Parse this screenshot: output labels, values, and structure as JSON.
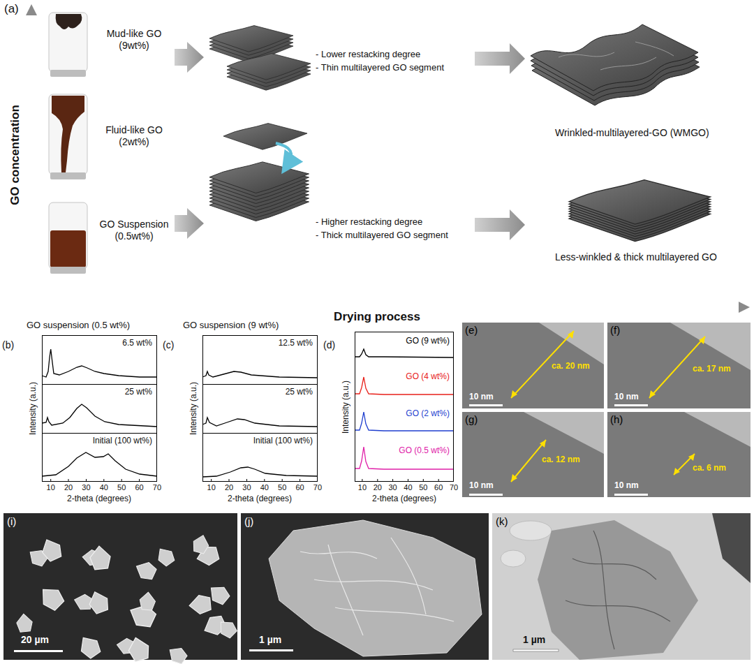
{
  "diagram": {
    "nodes": [
      {
        "text": [
          "6.5 wt%"
        ]
      },
      {
        "text": [
          "25 wt%"
        ]
      },
      {
        "text": [
          "Initial (100 wt%)"
        ]
      },
      {
        "text": [
          "12.5 wt%"
        ]
      },
      {
        "text": [
          "25 wt%"
        ]
      },
      {
        "text": [
          "Initial (100 wt%)"
        ]
      },
      {
        "text": [
          "GO (9 wt%)",
          "GO (4 wt%)",
          "GO (2 wt%)",
          "GO (0.5 wt%)"
        ]
      },
      {
        "text": [
          "(e)",
          "ca. 20 nm",
          "10 nm"
        ]
      },
      {
        "text": [
          "(f)",
          "ca. 17 nm",
          "10 nm"
        ]
      },
      {
        "text": [
          "(g)",
          "ca. 12 nm",
          "10 nm"
        ]
      },
      {
        "text": [
          "(h)",
          "ca. 6 nm",
          "10 nm"
        ]
      },
      {
        "text": [
          "(i)",
          "20 µm"
        ]
      },
      {
        "text": [
          "(j)",
          "1 µm"
        ]
      },
      {
        "text": [
          "(k)",
          "1 µm"
        ]
      }
    ],
    "labels": [
      "(a)",
      "GO concentration",
      "Drying process",
      "Mud-like GO (9wt%)",
      "Fluid-like GO (2wt%)",
      "GO Suspension (0.5wt%)",
      "- Lower restacking degree",
      "- Thin multilayered GO segment",
      "Wrinkled-multilayered-GO (WMGO)",
      "- Higher restacking degree",
      "- Thick multilayered GO segment",
      "Less-winkled & thick multilayered GO",
      "GO suspension (0.5 wt%)",
      "GO suspension (9 wt%)",
      "(b)",
      "(c)",
      "(d)",
      "Intensity (a.u.)",
      "Intensity (a.u.)",
      "Intensity (a.u.)",
      "2-theta (degrees)",
      "2-theta (degrees)",
      "2-theta (degrees)",
      "10",
      "20",
      "30",
      "40",
      "50",
      "60",
      "70",
      "10",
      "20",
      "30",
      "40",
      "50",
      "60",
      "70",
      "10",
      "20",
      "30",
      "40",
      "50",
      "60",
      "70"
    ]
  }
}
